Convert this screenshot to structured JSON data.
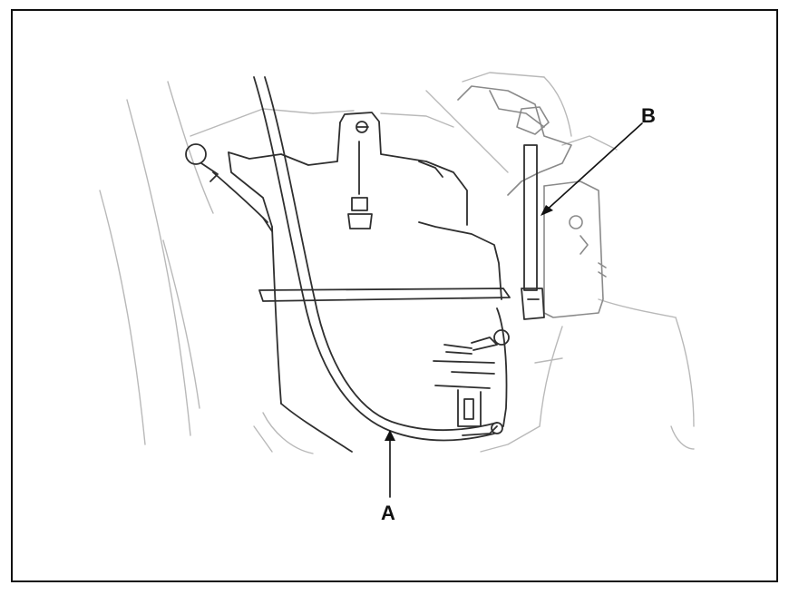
{
  "diagram": {
    "callouts": [
      {
        "id": "A",
        "label": "A"
      },
      {
        "id": "B",
        "label": "B"
      }
    ],
    "colors": {
      "border": "#111111",
      "line_art": "#2f2f2f",
      "background_lines": "#b9b9b9"
    }
  }
}
